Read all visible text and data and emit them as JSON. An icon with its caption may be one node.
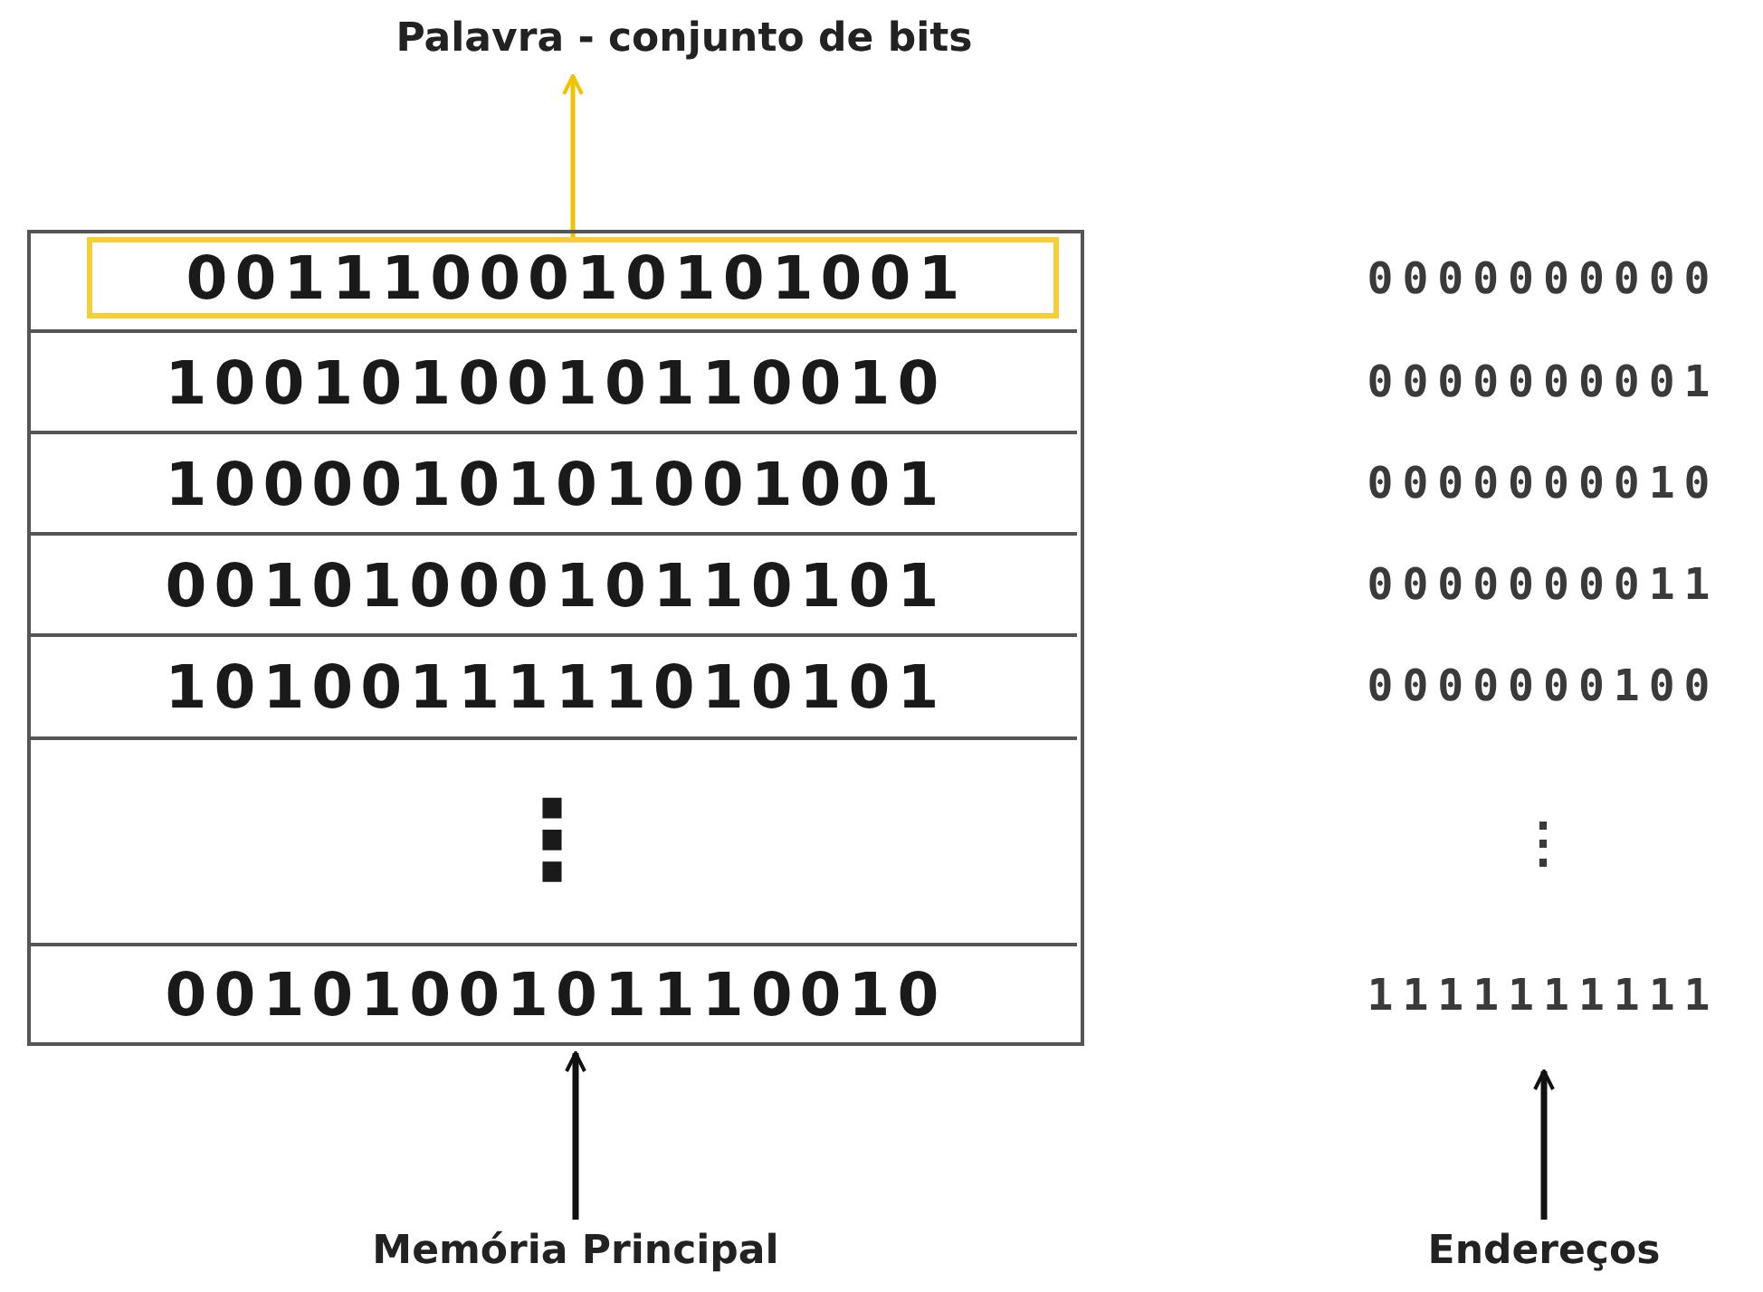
{
  "diagram": {
    "nodes": [
      {
        "text": [
          "Palavra - conjunto de bits"
        ]
      },
      {
        "text": [],
        "shape": "box"
      },
      {
        "text": [],
        "shape": "box",
        "in": 1
      },
      {
        "text": [
          "0011100010101001"
        ],
        "in": 2
      },
      {
        "text": [
          "1001010010110010"
        ],
        "in": 1
      },
      {
        "text": [
          "1000010101001001"
        ],
        "in": 1
      },
      {
        "text": [
          "0010100010110101"
        ],
        "in": 1
      },
      {
        "text": [
          "1010011111010101"
        ],
        "in": 1
      },
      {
        "text": [
          "⋮"
        ],
        "in": 1
      },
      {
        "text": [
          "0010100101110010"
        ],
        "in": 1
      },
      {
        "text": [
          "Memória Principal"
        ]
      },
      {
        "text": [
          "Endereços"
        ]
      }
    ],
    "edges": [
      {
        "from": 3,
        "to": 0,
        "arrow": "to",
        "color": "#f2c200"
      },
      {
        "from": 10,
        "to": 1,
        "arrow": "to"
      },
      {
        "from": 11,
        "to": null,
        "arrow": "to"
      }
    ],
    "labels": [
      "0000000000",
      "0000000001",
      "0000000010",
      "0000000011",
      "0000000100",
      "⋮",
      "1111111111"
    ]
  }
}
